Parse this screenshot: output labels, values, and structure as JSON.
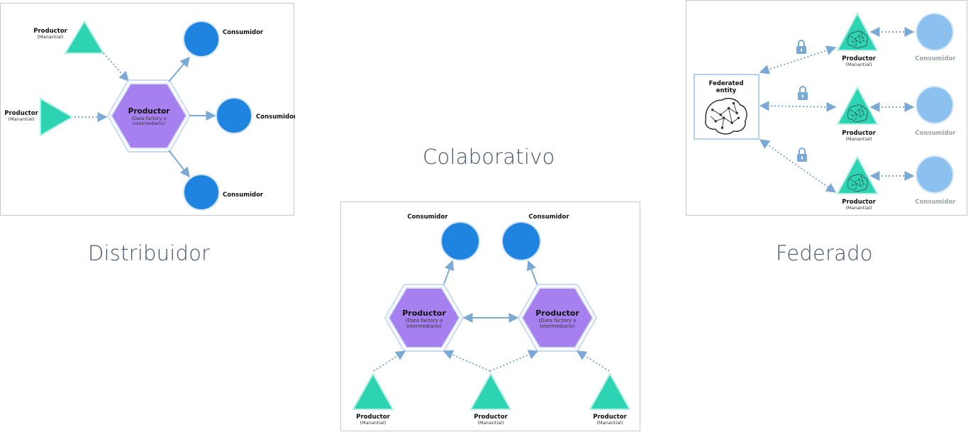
{
  "labels": {
    "productor": "Productor",
    "manantial": "(Manantial)",
    "consumidor": "Consumidor",
    "data_factory": "(Data factory o",
    "intermediario": "intermediario)",
    "federated_1": "Federated",
    "federated_2": "entity"
  },
  "captions": {
    "distribuidor": "Distribuidor",
    "colaborativo": "Colaborativo",
    "federado": "Federado"
  },
  "colors": {
    "triangle": "#2dd4b4",
    "hexagon": "#a680ee",
    "consumer": "#1f84e0",
    "consumer_faint": "#8cc0ee",
    "arrow": "#7aa9d6",
    "caption": "#44546a"
  },
  "icons": [
    "lock-icon",
    "brain-icon"
  ]
}
